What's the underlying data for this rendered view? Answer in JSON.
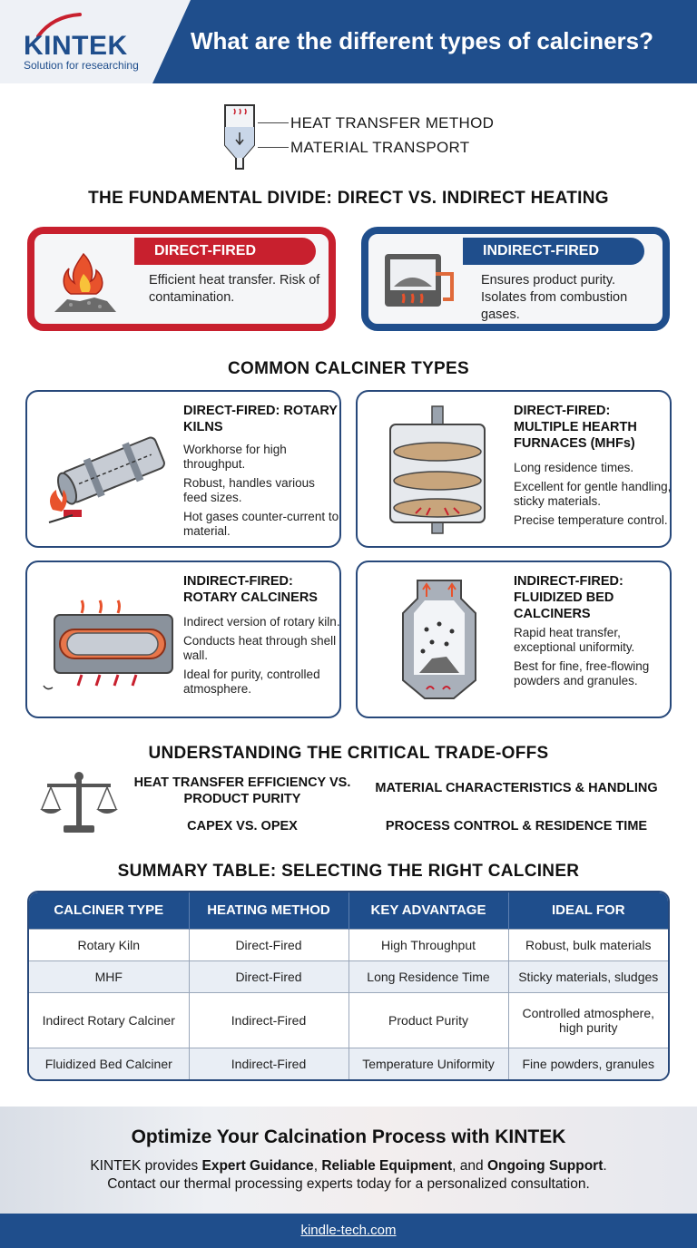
{
  "header": {
    "logo": "KINTEK",
    "logo_tagline": "Solution for researching",
    "title": "What are the different types of calciners?"
  },
  "intro": {
    "line1": "HEAT TRANSFER METHOD",
    "line2": "MATERIAL TRANSPORT"
  },
  "divide": {
    "title": "THE FUNDAMENTAL DIVIDE: DIRECT VS. INDIRECT HEATING",
    "direct": {
      "label": "DIRECT-FIRED",
      "text": "Efficient heat transfer. Risk of contamination."
    },
    "indirect": {
      "label": "INDIRECT-FIRED",
      "text": "Ensures product purity. Isolates from combustion gases."
    }
  },
  "types": {
    "title": "COMMON CALCINER TYPES",
    "rotary_kiln": {
      "title": "DIRECT-FIRED: ROTARY KILNS",
      "lines": [
        "Workhorse for high throughput.",
        "Robust, handles various feed sizes.",
        "Hot gases counter-current to material."
      ]
    },
    "mhf": {
      "title": "DIRECT-FIRED: MULTIPLE HEARTH FURNACES (MHFs)",
      "lines": [
        "Long residence times.",
        "Excellent for gentle handling, sticky materials.",
        "Precise temperature control."
      ]
    },
    "indirect_rotary": {
      "title": "INDIRECT-FIRED: ROTARY CALCINERS",
      "lines": [
        "Indirect version of rotary kiln.",
        "Conducts heat through shell wall.",
        "Ideal for purity, controlled atmosphere."
      ]
    },
    "fluidized": {
      "title": "INDIRECT-FIRED: FLUIDIZED BED CALCINERS",
      "lines": [
        "Rapid heat transfer, exceptional uniformity.",
        "Best for fine, free-flowing powders and granules."
      ]
    }
  },
  "tradeoffs": {
    "title": "UNDERSTANDING THE CRITICAL TRADE-OFFS",
    "item1": "HEAT TRANSFER EFFICIENCY VS. PRODUCT PURITY",
    "item2": "MATERIAL CHARACTERISTICS & HANDLING",
    "item3": "CAPEX VS. OPEX",
    "item4": "PROCESS CONTROL & RESIDENCE TIME"
  },
  "summary": {
    "title": "SUMMARY TABLE: SELECTING THE RIGHT CALCINER",
    "headers": [
      "CALCINER TYPE",
      "HEATING METHOD",
      "KEY ADVANTAGE",
      "IDEAL FOR"
    ],
    "rows": [
      [
        "Rotary Kiln",
        "Direct-Fired",
        "High Throughput",
        "Robust, bulk materials"
      ],
      [
        "MHF",
        "Direct-Fired",
        "Long Residence Time",
        "Sticky materials, sludges"
      ],
      [
        "Indirect Rotary Calciner",
        "Indirect-Fired",
        "Product Purity",
        "Controlled atmosphere, high purity"
      ],
      [
        "Fluidized Bed Calciner",
        "Indirect-Fired",
        "Temperature Uniformity",
        "Fine powders, granules"
      ]
    ]
  },
  "cta": {
    "title": "Optimize Your Calcination Process with KINTEK",
    "text_prefix": "KINTEK provides ",
    "bold1": "Expert Guidance",
    "sep1": ", ",
    "bold2": "Reliable Equipment",
    "sep2": ", and ",
    "bold3": "Ongoing Support",
    "text_suffix": ".",
    "line2": "Contact our thermal processing experts today for a personalized consultation."
  },
  "footer": {
    "link": "kindle-tech.com"
  },
  "colors": {
    "brand_blue": "#1f4e8c",
    "brand_red": "#c8202e"
  }
}
